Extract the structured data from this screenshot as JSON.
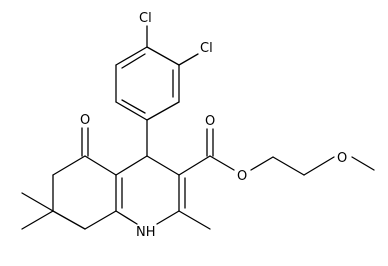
{
  "molecule": {
    "labels": {
      "cl_top": "Cl",
      "cl_right": "Cl",
      "oxo": "O",
      "ester_o_single": "O",
      "ester_o_double": "O",
      "ether_o": "O",
      "nh": "NH"
    },
    "colors": {
      "bond": "#000000",
      "text": "#000000",
      "background": "#ffffff"
    }
  }
}
